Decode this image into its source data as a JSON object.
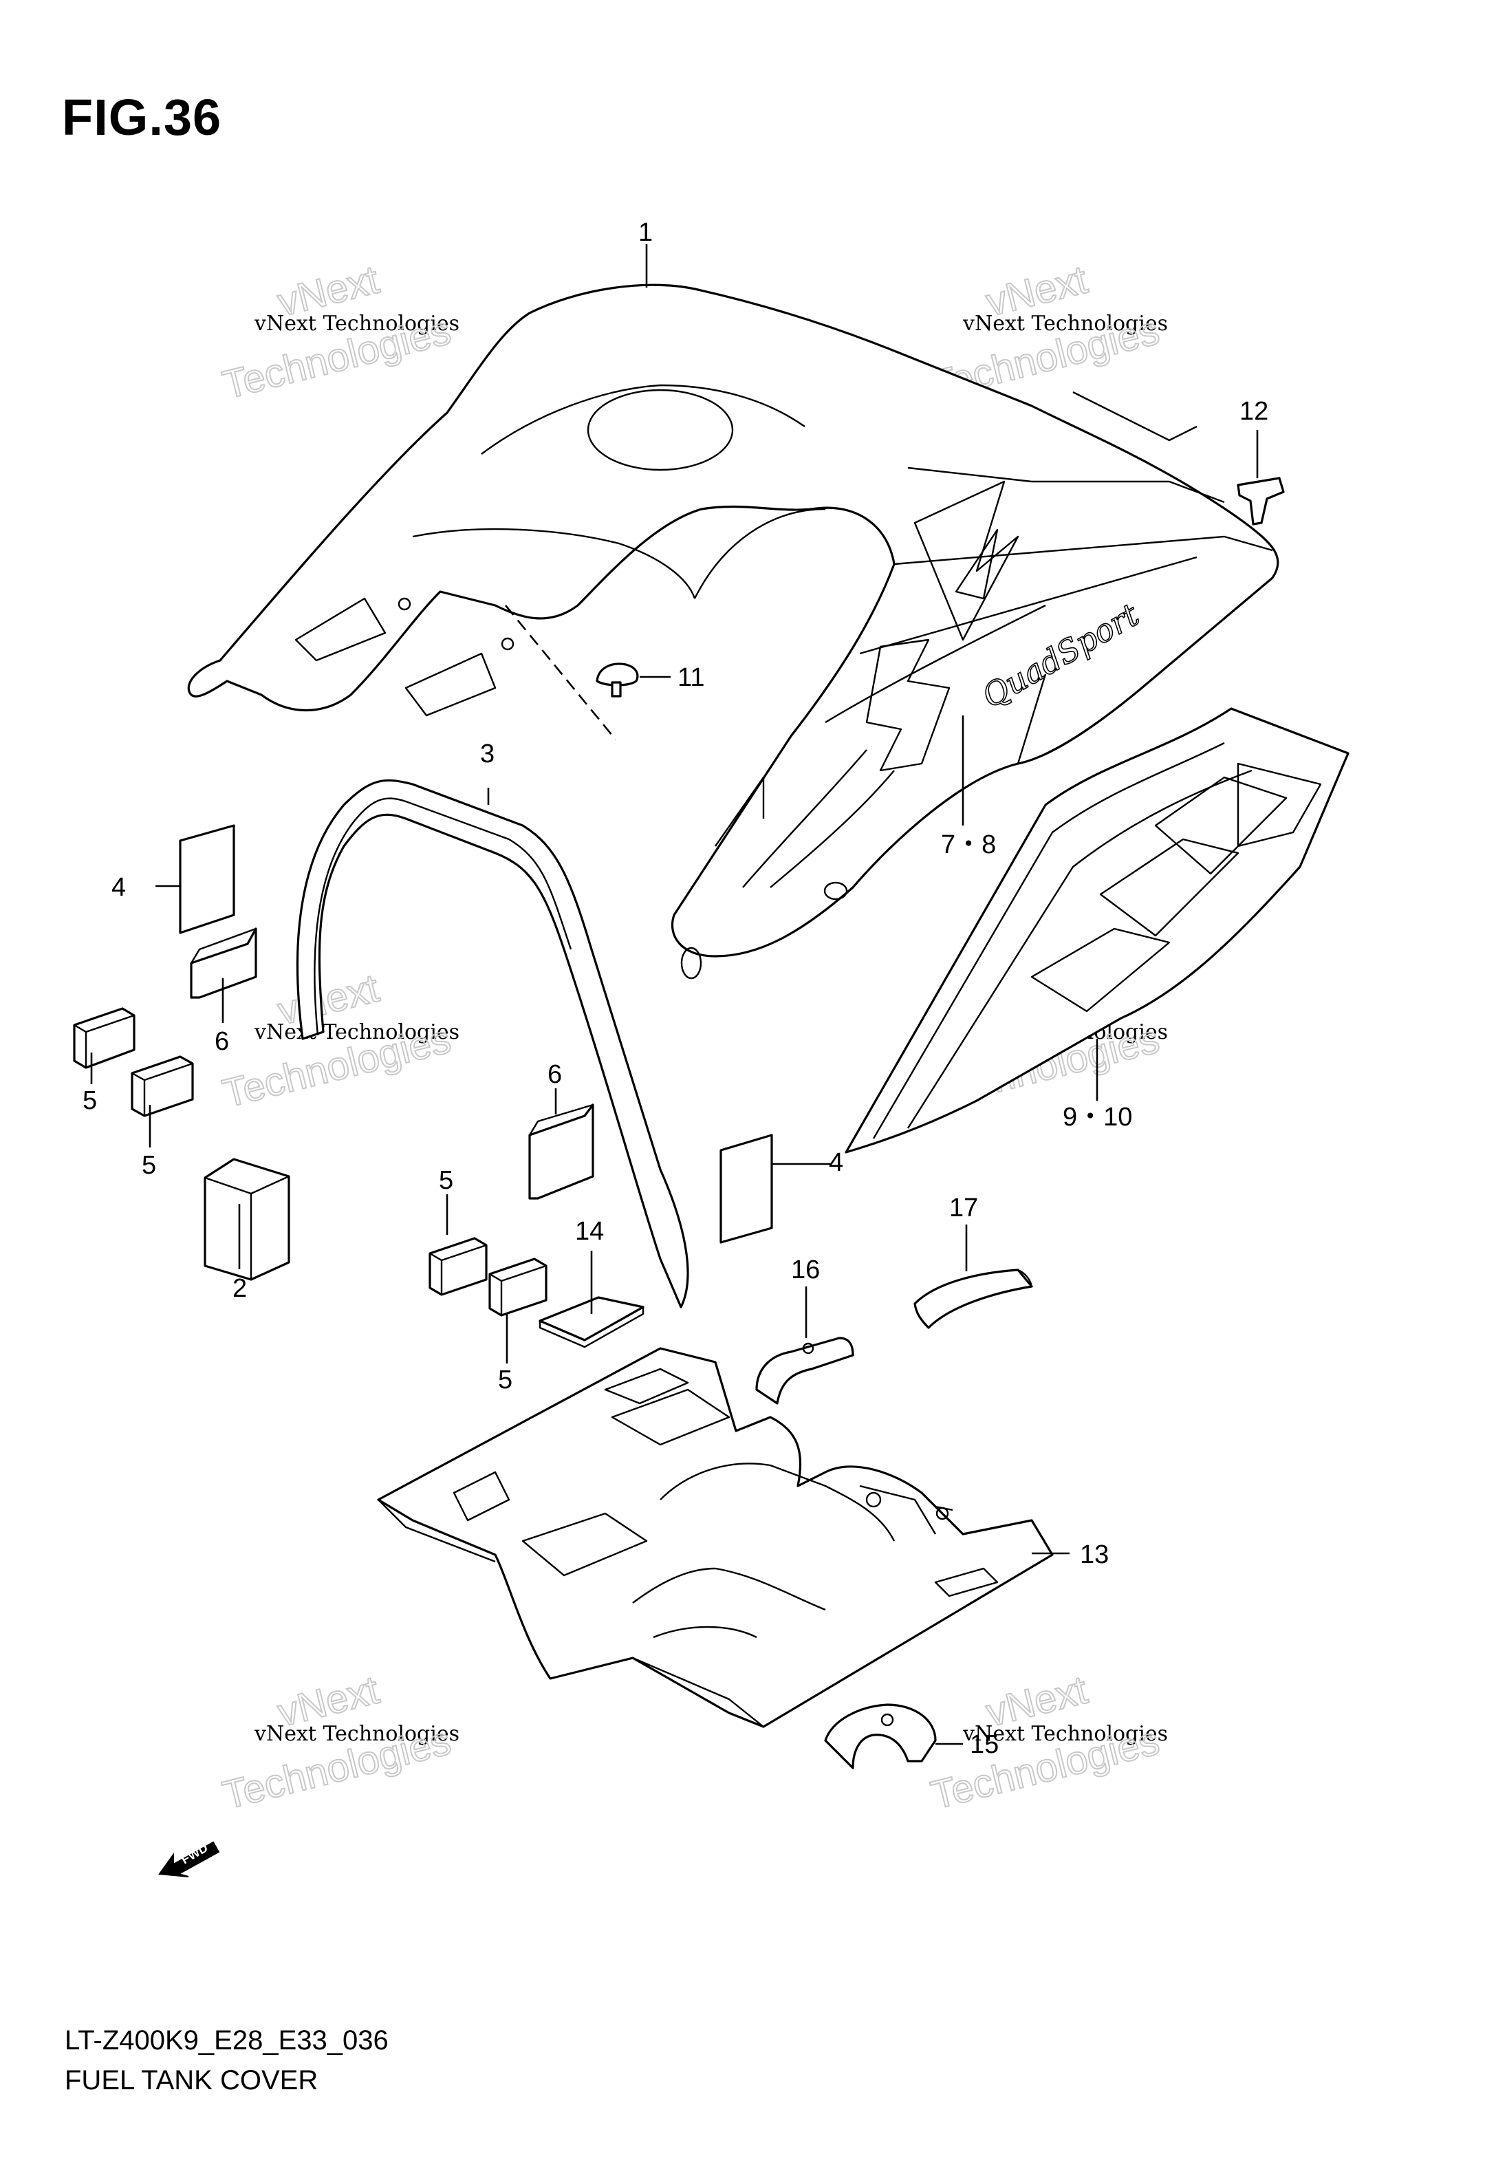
{
  "figure": {
    "title": "FIG.36"
  },
  "footer": {
    "model_code": "LT-Z400K9_E28_E33_036",
    "caption": "FUEL TANK COVER"
  },
  "watermark": {
    "line1": "vNext",
    "line2": "vNext Technologies",
    "line3": "Technologies"
  },
  "decal_text": "QuadSport",
  "fwd_label": "FWD",
  "callouts": {
    "c1": "1",
    "c2": "2",
    "c3": "3",
    "c4a": "4",
    "c4b": "4",
    "c5a": "5",
    "c5b": "5",
    "c5c": "5",
    "c5d": "5",
    "c6a": "6",
    "c6b": "6",
    "c78": "7・8",
    "c910": "9・10",
    "c11": "11",
    "c12": "12",
    "c13": "13",
    "c14": "14",
    "c15": "15",
    "c16": "16",
    "c17": "17"
  }
}
